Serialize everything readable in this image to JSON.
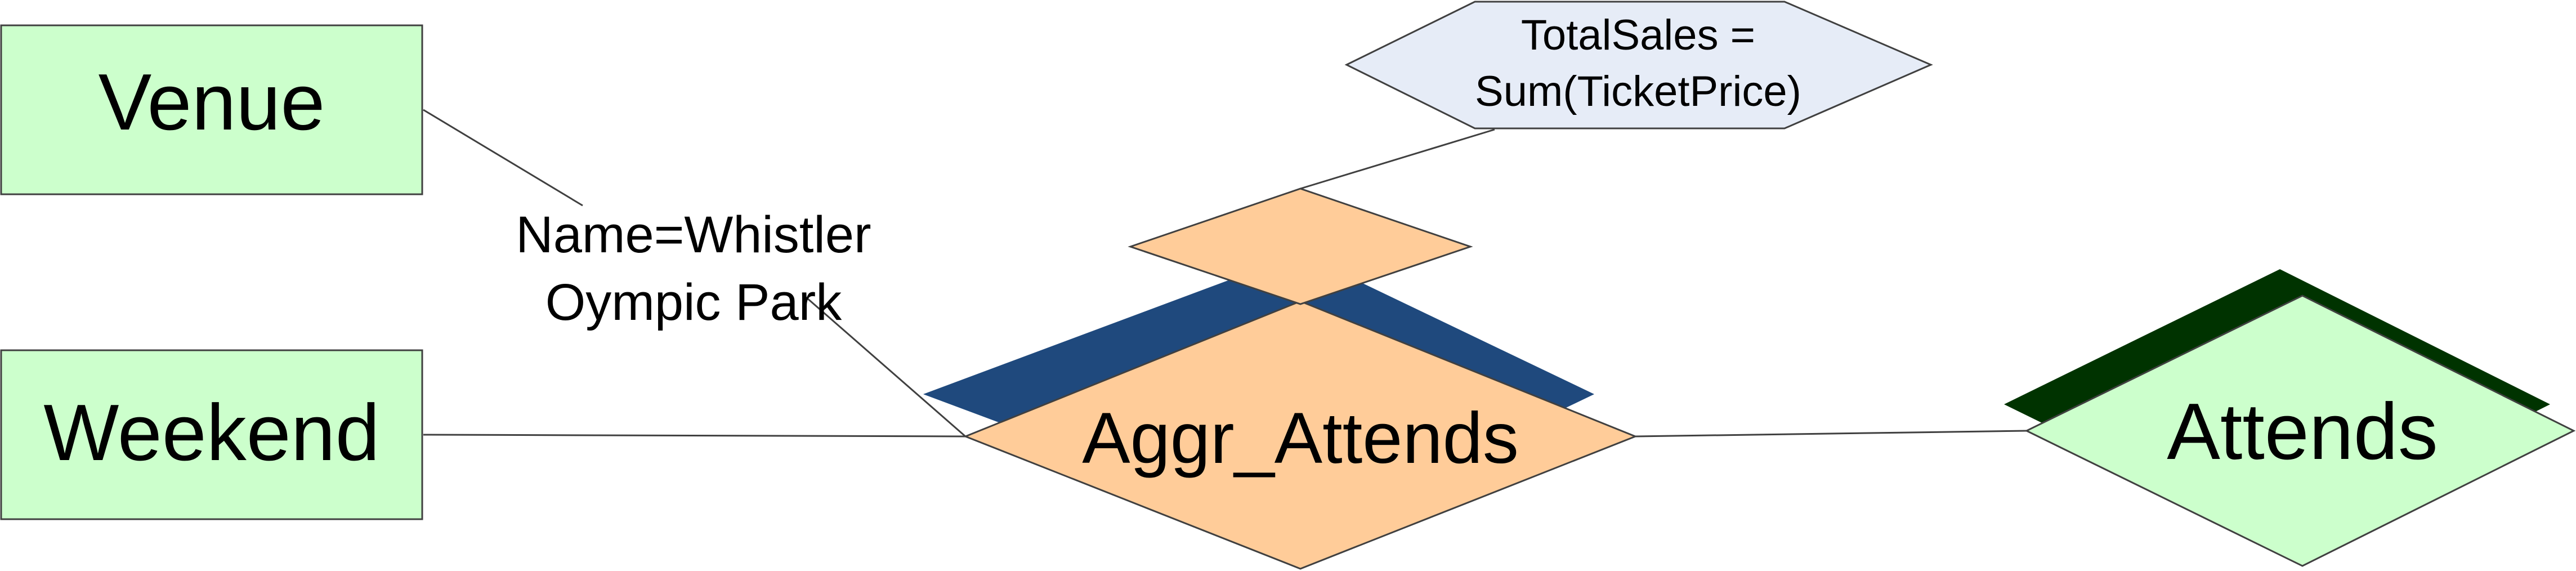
{
  "diagram": {
    "entities": {
      "venue": "Venue",
      "weekend": "Weekend"
    },
    "selection_label": {
      "line1": "Name=Whistler",
      "line2": "Oympic Park"
    },
    "aggregate_relationship": "Aggr_Attends",
    "relationship": "Attends",
    "computed_attribute": {
      "line1": "TotalSales =",
      "line2": "Sum(TicketPrice)"
    }
  },
  "colors": {
    "entity_fill": "#ccffcc",
    "relationship_fill": "#ccffcc",
    "relationship_shadow": "#003300",
    "aggregate_fill": "#ffcc99",
    "aggregate_shadow": "#1f497d",
    "hexagon_fill": "#e6ecf7",
    "line": "#404040"
  }
}
